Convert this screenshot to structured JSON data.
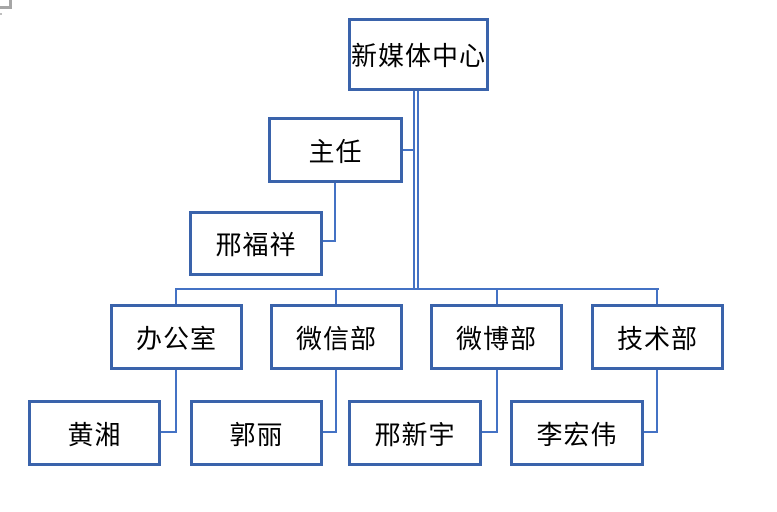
{
  "document": {
    "background": "#ffffff",
    "corner_mark": "paragraph-anchor-mark"
  },
  "org_chart": {
    "type": "org-tree",
    "colors": {
      "box_border": "#3a63ab",
      "connector": "#4472c4",
      "box_fill": "#ffffff",
      "text": "#000000"
    },
    "nodes": [
      {
        "id": "new-media-center",
        "label": "新媒体中心",
        "level": "root"
      },
      {
        "id": "director",
        "label": "主任",
        "level": "assistant"
      },
      {
        "id": "xing-fuxiang",
        "label": "邢福祥",
        "level": "assistant-staff"
      },
      {
        "id": "office",
        "label": "办公室",
        "level": "department"
      },
      {
        "id": "wechat-dept",
        "label": "微信部",
        "level": "department"
      },
      {
        "id": "weibo-dept",
        "label": "微博部",
        "level": "department"
      },
      {
        "id": "tech-dept",
        "label": "技术部",
        "level": "department"
      },
      {
        "id": "huang-xiang",
        "label": "黄湘",
        "level": "staff"
      },
      {
        "id": "guo-li",
        "label": "郭丽",
        "level": "staff"
      },
      {
        "id": "xing-xinyu",
        "label": "邢新宇",
        "level": "staff"
      },
      {
        "id": "li-hongwei",
        "label": "李宏伟",
        "level": "staff"
      }
    ],
    "edges": [
      {
        "from": "new-media-center",
        "to": "director"
      },
      {
        "from": "director",
        "to": "xing-fuxiang"
      },
      {
        "from": "new-media-center",
        "to": "office"
      },
      {
        "from": "new-media-center",
        "to": "wechat-dept"
      },
      {
        "from": "new-media-center",
        "to": "weibo-dept"
      },
      {
        "from": "new-media-center",
        "to": "tech-dept"
      },
      {
        "from": "office",
        "to": "huang-xiang"
      },
      {
        "from": "wechat-dept",
        "to": "guo-li"
      },
      {
        "from": "weibo-dept",
        "to": "xing-xinyu"
      },
      {
        "from": "tech-dept",
        "to": "li-hongwei"
      }
    ]
  }
}
